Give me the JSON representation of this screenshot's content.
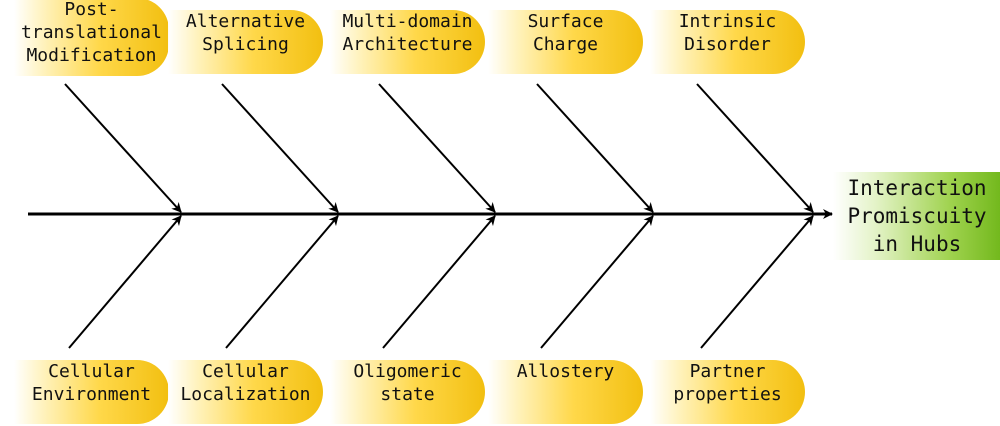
{
  "effect": {
    "label": "Interaction\nPromiscuity\nin Hubs"
  },
  "causes_top": [
    "Post-\ntranslational\nModification",
    "Alternative\nSplicing",
    "Multi-domain\nArchitecture",
    "Surface\nCharge",
    "Intrinsic\nDisorder"
  ],
  "causes_bottom": [
    "Cellular\nEnvironment",
    "Cellular\nLocalization",
    "Oligomeric\nstate",
    "Allostery",
    "Partner\nproperties"
  ],
  "colors": {
    "cause_fill": "#f2bf10",
    "effect_fill": "#72b81c",
    "arrow": "#000000"
  }
}
